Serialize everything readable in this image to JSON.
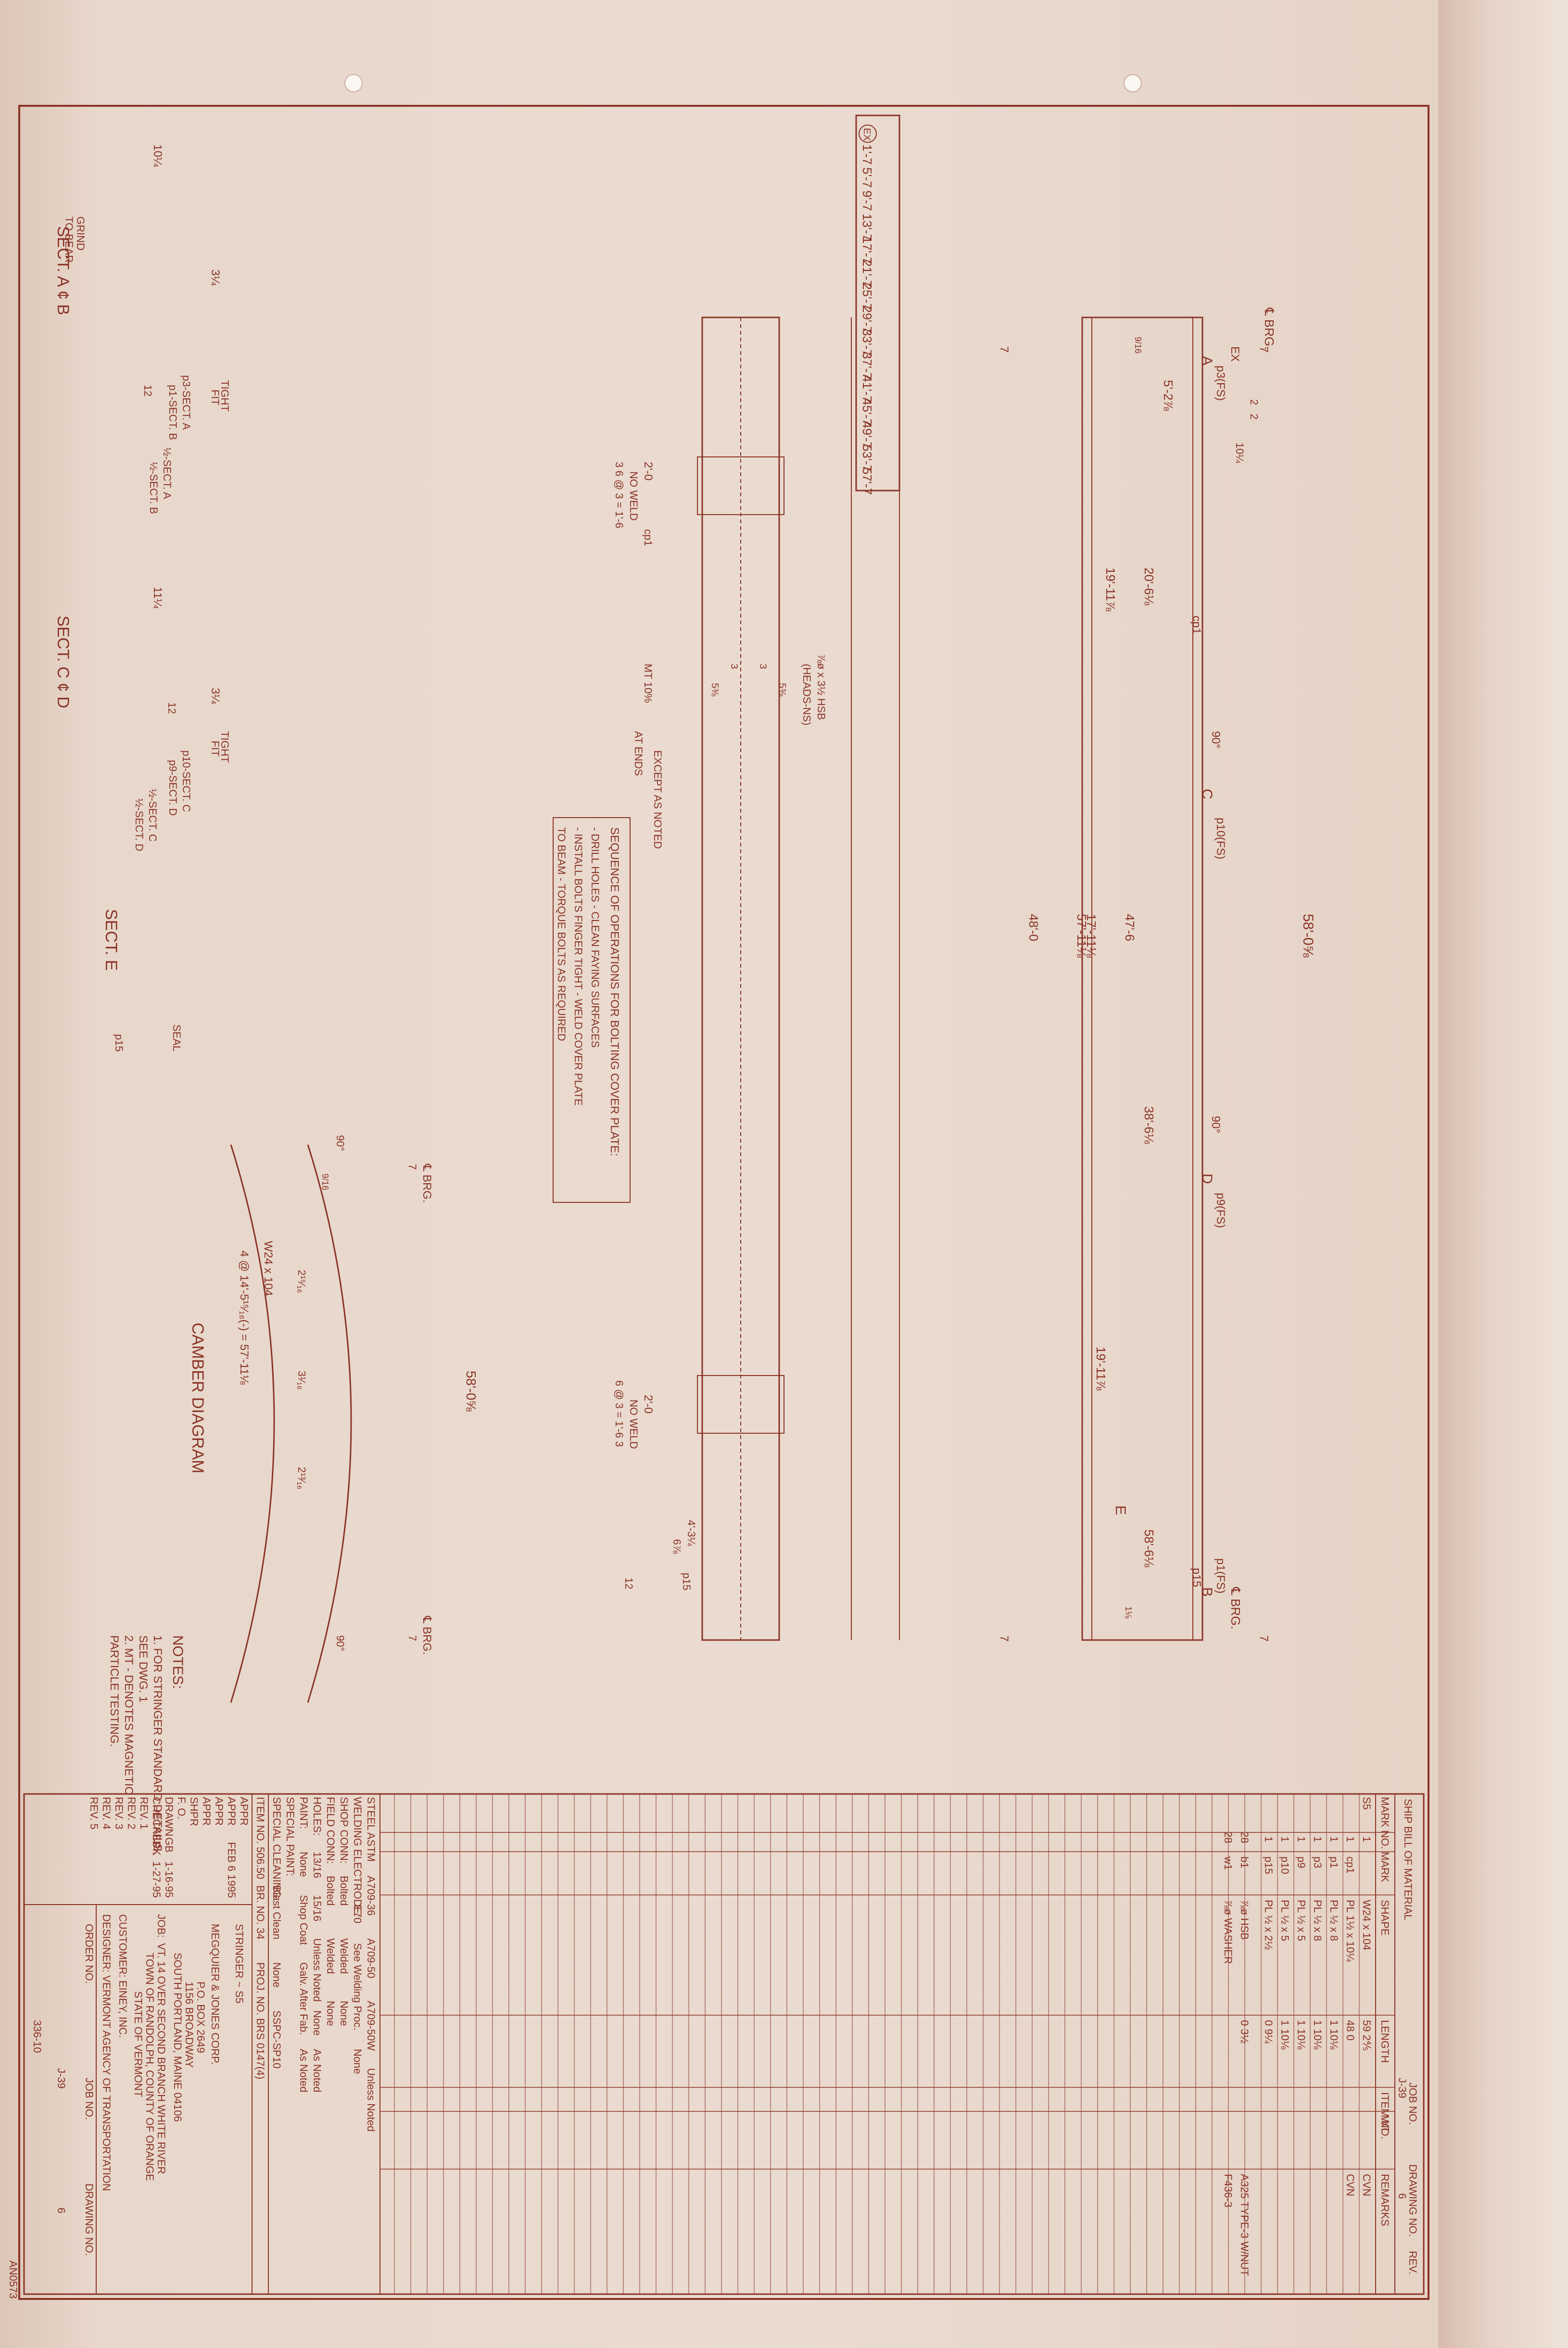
{
  "ship_bill": {
    "title": "SHIP   BILL OF MATERIAL",
    "col_headers": [
      "MARK NO.",
      "MARK",
      "SHAPE",
      "LENGTH",
      "ITEM NO.",
      "WT.",
      "REMARKS"
    ],
    "job_no_label": "JOB NO.",
    "job_no": "J-39",
    "drawing_no_label": "DRAWING NO.",
    "drawing_no": "6",
    "rev_label": "REV.",
    "rows": [
      {
        "mark_no": "S5",
        "qty": "1",
        "mark": "",
        "shape": "W24 x 104",
        "length": "59  2⅘",
        "item": "",
        "remarks": "CVN"
      },
      {
        "mark_no": "",
        "qty": "1",
        "mark": "cp1",
        "shape": "PL 1½ x 10¼",
        "length": "48  0",
        "item": "",
        "remarks": "CVN"
      },
      {
        "mark_no": "",
        "qty": "1",
        "mark": "p1",
        "shape": "PL ½ x 8",
        "length": "1  10⅛",
        "item": "",
        "remarks": ""
      },
      {
        "mark_no": "",
        "qty": "1",
        "mark": "p3",
        "shape": "PL ½ x 8",
        "length": "1  10⅛",
        "item": "",
        "remarks": ""
      },
      {
        "mark_no": "",
        "qty": "1",
        "mark": "p9",
        "shape": "PL ½ x 5",
        "length": "1  10⅛",
        "item": "",
        "remarks": ""
      },
      {
        "mark_no": "",
        "qty": "1",
        "mark": "p10",
        "shape": "PL ½ x 5",
        "length": "1  10⅛",
        "item": "",
        "remarks": ""
      },
      {
        "mark_no": "",
        "qty": "1",
        "mark": "p15",
        "shape": "PL ½ x 2½",
        "length": "0  9¼",
        "item": "",
        "remarks": ""
      },
      {
        "mark_no": "",
        "qty": "28",
        "mark": "b1",
        "shape": "⅞ø HSB",
        "length": "0  3½",
        "item": "",
        "remarks": "A325 TYPE-3 W/NUT"
      },
      {
        "mark_no": "",
        "qty": "28",
        "mark": "w1",
        "shape": "⅞ø WASHER",
        "length": "",
        "item": "",
        "remarks": "F436-3"
      }
    ],
    "spec": {
      "steel_astm": "STEEL ASTM",
      "steel_opts": [
        "A709-36",
        "A709-50",
        "A709-50W",
        "Unless Noted"
      ],
      "welding_electrode": "WELDING ELECTRODE:",
      "weld_opts": [
        "E70",
        "See Welding Proc.",
        "None"
      ],
      "shop_conn": "SHOP CONN:",
      "shop_opts": [
        "Bolted",
        "Welded",
        "None"
      ],
      "field_conn": "FIELD CONN:",
      "field_opts": [
        "Bolted",
        "Welded",
        "None"
      ],
      "holes": "HOLES:",
      "holes_opts": [
        "13/16",
        "15/16",
        "Unless Noted",
        "None",
        "As Noted"
      ],
      "paint": "PAINT:",
      "paint_opts": [
        "None",
        "Shop Coat",
        "Galv. After Fab.",
        "As Noted"
      ],
      "special_paint": "SPECIAL PAINT:",
      "special_cleaning": "SPECIAL CLEANING:",
      "cleaning_opts": [
        "Blast Clean",
        "None",
        "SSPC-SP10"
      ],
      "item_no": "ITEM NO.  506.50",
      "br_no": "BR. NO. 34",
      "proj_no": "PROJ. NO. BRS 0147(4)"
    },
    "title_block": {
      "part": "STRINGER ~ S5",
      "company": "MEGQUIER & JONES CORP.",
      "address1": "P.O. BOX 2649",
      "address2": "1156 BROADWAY",
      "address3": "SOUTH PORTLAND, MAINE 04106",
      "job_line1": "VT. 14 OVER SECOND BRANCH WHITE RIVER",
      "job_line2": "TOWN OF RANDOLPH, COUNTY OF ORANGE",
      "job_line3": "STATE OF VERMONT",
      "job_label": "JOB:",
      "customer": "CUSTOMER: EINEY, INC.",
      "designer": "DESIGNER: VERMONT AGENCY OF TRANSPORTATION",
      "order_no": "ORDER NO.",
      "job_no": "JOB NO.",
      "drawing_no": "DRAWING NO.",
      "job_val": "J-39",
      "drawing_val": "6",
      "appr": [
        "APPR",
        "APPR",
        "APPR",
        "APPR"
      ],
      "appr_date": "FEB 6 1995",
      "shpr": "SHPR",
      "fo": "F. O.",
      "drawn": "DRAWN",
      "drawn_by": "GB",
      "drawn_date": "1-16-95",
      "checked": "CHECKED",
      "checked_by": "FK",
      "checked_date": "1-27-95",
      "revs": [
        "REV. 1",
        "REV. 2",
        "REV. 3",
        "REV. 4",
        "REV. 5"
      ],
      "stamp": "336-10",
      "corner": "AN0573"
    }
  },
  "ex_table": {
    "header": "EX",
    "values": [
      "1'-7",
      "5'-7",
      "9'-7",
      "13'-7",
      "17'-7",
      "21'-7",
      "25'-7",
      "29'-7",
      "33'-7",
      "37'-7",
      "41'-7",
      "45'-7",
      "49'-7",
      "53'-7",
      "57'-7"
    ]
  },
  "elevation": {
    "overall": "58'-0⅝",
    "brg": "℄ BRG.",
    "ex": "EX",
    "dims": [
      "5'-2⅞",
      "20'-6⅛",
      "19'-11⅞",
      "17'-11⅛",
      "47'-6",
      "38'-6⅛",
      "19'-11⅞",
      "58'-6⅛",
      "57'-11⅛",
      "48'-0"
    ],
    "ends": [
      "7",
      "7",
      "7",
      "7"
    ],
    "small": [
      "2",
      "2",
      "10¼",
      "9/16",
      "1⅛"
    ],
    "angles": [
      "90°",
      "90°"
    ],
    "marks": [
      "p3(FS)",
      "p10(FS)",
      "p9(FS)",
      "p1(FS)",
      "cp1",
      "p15"
    ],
    "sections": [
      "A",
      "C",
      "D",
      "B",
      "E"
    ]
  },
  "plan": {
    "splice1": [
      "2'-0",
      "NO WELD",
      "3  6 @ 3 = 1'-6",
      "cp1"
    ],
    "splice2": [
      "2'-0",
      "NO WELD",
      "6 @ 3 = 1'-6  3"
    ],
    "mt": "MT 10%",
    "weld": "EXCEPT AS NOTED",
    "weld2": "AT ENDS",
    "hsb": "⅞ø x 3½ HSB",
    "hsb2": "(HEADS-NS)",
    "gauge": [
      "5⅜",
      "3",
      "3",
      "5⅜"
    ],
    "end": [
      "4'-3¼",
      "6⅞",
      "12",
      "p15"
    ]
  },
  "sequence": {
    "title": "SEQUENCE OF OPERATIONS FOR BOLTING COVER PLATE:",
    "lines": [
      "- DRILL HOLES  - CLEAN FAYING SURFACES",
      "- INSTALL BOLTS FINGER TIGHT - WELD COVER PLATE",
      "  TO BEAM - TORQUE BOLTS AS REQUIRED"
    ]
  },
  "sections": {
    "ab": {
      "title": "SECT. A ¢ B",
      "width": "10¼",
      "depth": "3¼",
      "labels": [
        "TIGHT",
        "FIT",
        "p3-SECT. A",
        "p1-SECT. B",
        "½-SECT. A",
        "½-SECT. B",
        "12",
        "GRIND",
        "TO BEAR"
      ]
    },
    "cd": {
      "title": "SECT. C ¢ D",
      "width": "11¼",
      "depth": "3¼",
      "labels": [
        "TIGHT",
        "FIT",
        "p10-SECT. C",
        "p9-SECT. D",
        "½-SECT. C",
        "½-SECT. D",
        "12"
      ]
    },
    "e": {
      "title": "SECT. E",
      "labels": [
        "SEAL",
        "p15"
      ]
    }
  },
  "camber": {
    "title": "CAMBER DIAGRAM",
    "overall": "58'-0⅝",
    "beam": "W24 x 104",
    "spacing": "4 @ 14'-5¹⁵⁄₁₆(-) = 57'-11⅛",
    "values": [
      "2¹⁵⁄₁₆",
      "3¹⁄₁₆",
      "2¹³⁄₁₆"
    ],
    "brg": "℄ BRG.",
    "angles": [
      "90°",
      "90°"
    ],
    "ends": [
      "7",
      "7",
      "9/16"
    ]
  },
  "notes": {
    "title": "NOTES:",
    "items": [
      "1. FOR STRINGER STANDARD DETAILS,",
      "    SEE DWG. 1",
      "2. MT - DENOTES MAGNETIC",
      "    PARTICLE TESTING."
    ]
  }
}
